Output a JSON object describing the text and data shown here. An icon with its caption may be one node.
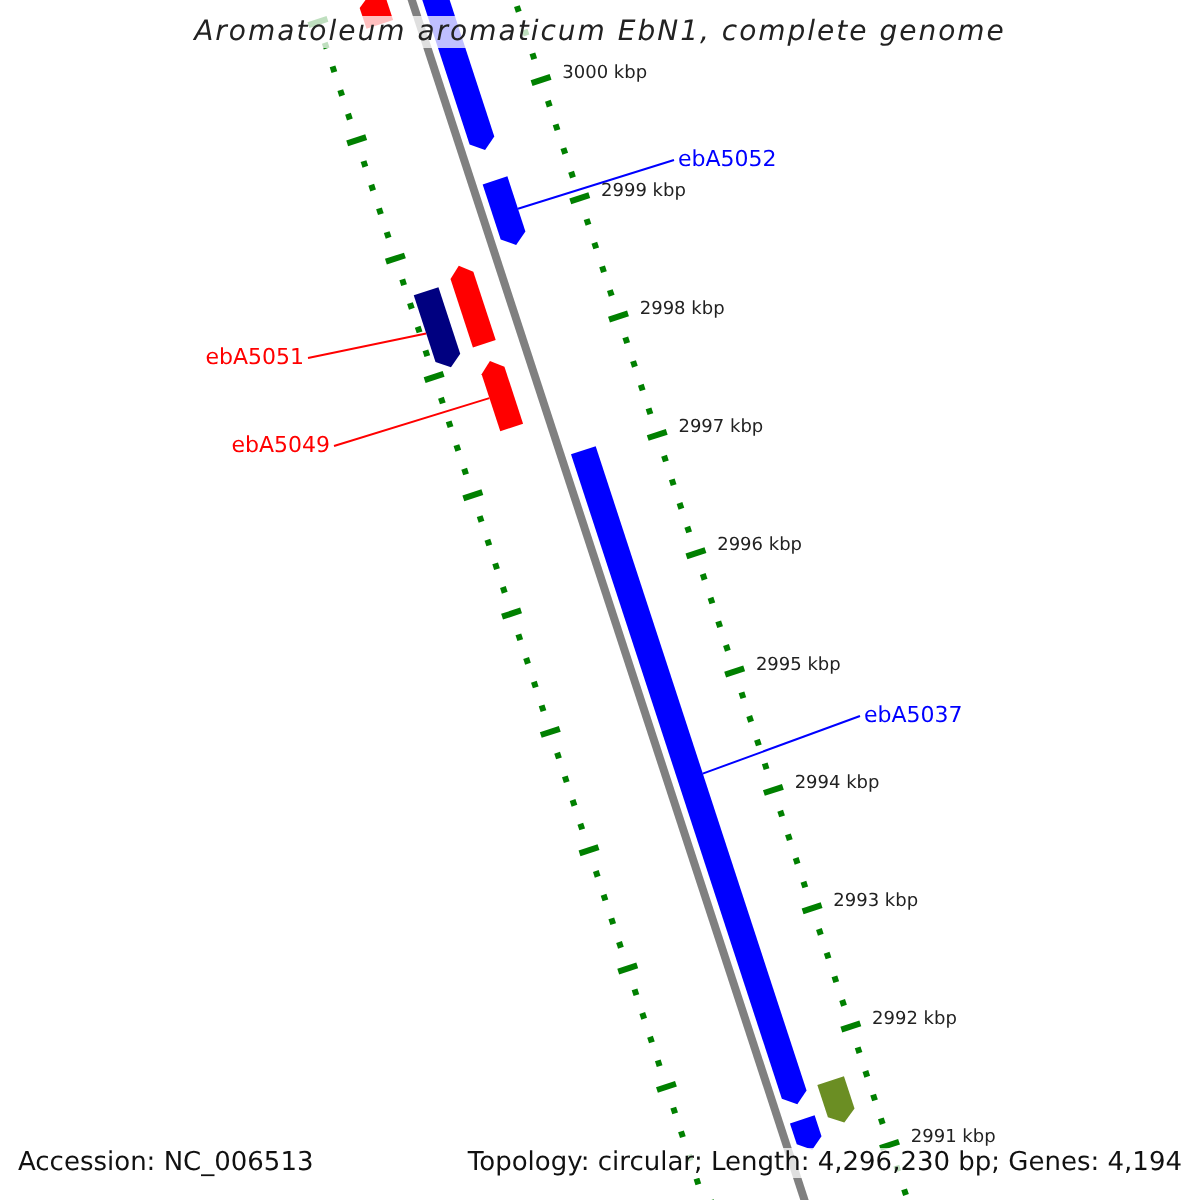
{
  "diagram": {
    "title": "Aromatoleum aromaticum EbN1, complete genome",
    "nodes": [
      {
        "text": [],
        "shape": "bar"
      },
      {
        "text": [],
        "shape": "bar"
      },
      {
        "text": [
          "ebA5052"
        ]
      },
      {
        "text": [],
        "shape": "bar"
      },
      {
        "text": [],
        "shape": "bar"
      },
      {
        "text": [],
        "shape": "bar"
      },
      {
        "text": [
          "ebA5051"
        ]
      },
      {
        "text": [],
        "shape": "bar"
      },
      {
        "text": [
          "ebA5049"
        ]
      },
      {
        "text": [],
        "shape": "bar"
      },
      {
        "text": [
          "ebA5037"
        ]
      },
      {
        "text": [],
        "shape": "bar"
      },
      {
        "text": [],
        "shape": "bar"
      }
    ],
    "edges": [
      {
        "from": 2,
        "to": 3,
        "arrow": "none",
        "color": "#0000ff"
      },
      {
        "from": 6,
        "to": 5,
        "arrow": "none",
        "color": "#ff0000"
      },
      {
        "from": 8,
        "to": 7,
        "arrow": "none",
        "color": "#ff0000"
      },
      {
        "from": 10,
        "to": 9,
        "arrow": "none",
        "color": "#0000ff"
      }
    ],
    "labels": [
      "3000 kbp",
      "2999 kbp",
      "2998 kbp",
      "2997 kbp",
      "2996 kbp",
      "2995 kbp",
      "2994 kbp",
      "2993 kbp",
      "2992 kbp",
      "2991 kbp",
      "Accession: NC_006513",
      "Topology: circular; Length: 4,296,230 bp; Genes: 4,194"
    ]
  }
}
